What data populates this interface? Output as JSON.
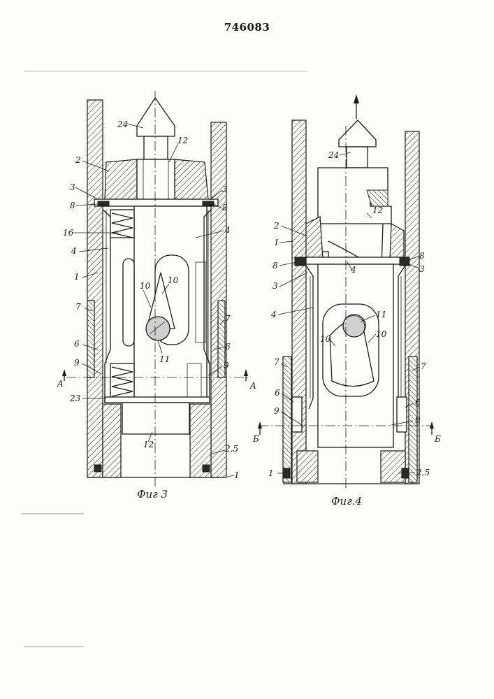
{
  "page_number": "746083",
  "figure_3": {
    "caption": "Фиг 3",
    "labels": {
      "l24": "24",
      "l12_top": "12",
      "l2": "2",
      "l3_left": "3",
      "l3_right": "3",
      "l8_left": "8",
      "l8_right": "8",
      "l16": "16",
      "l4_left": "4",
      "l4_right": "4",
      "l1_left": "1",
      "l10_a": "10",
      "l10_b": "10",
      "l7_left": "7",
      "l7_right": "7",
      "l6_left": "6",
      "l6_right": "6",
      "l11": "11",
      "l9_left": "9",
      "l9_right": "9",
      "section_left": "A",
      "section_right": "A",
      "l23": "23",
      "l12_bottom": "12",
      "l25": "2,5",
      "l1_bottom": "1"
    }
  },
  "figure_4": {
    "caption": "Фиг.4",
    "labels": {
      "l24": "24",
      "l12": "12",
      "l2": "2",
      "l1_left": "1",
      "l4_center": "4",
      "l8_left": "8",
      "l8_right": "8",
      "l3_left": "3",
      "l3_right": "3",
      "l4_left": "4",
      "l11": "11",
      "l10_left": "10",
      "l10_right": "10",
      "l7_left": "7",
      "l7_right": "7",
      "l6_left": "6",
      "l6_right": "6",
      "l9_left": "9",
      "l9_right": "9",
      "section_left": "Б",
      "section_right": "Б",
      "l1_bottom": "1",
      "l25": "2,5"
    }
  }
}
